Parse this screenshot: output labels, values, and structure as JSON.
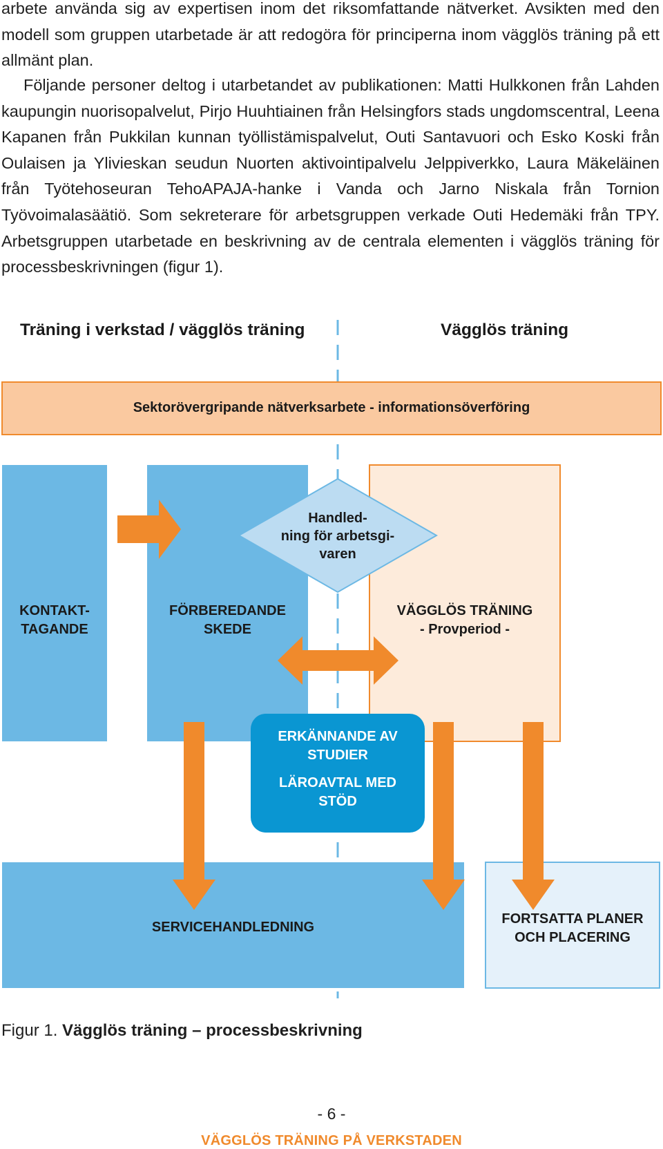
{
  "body": {
    "paragraph1": "arbete använda sig av expertisen inom det riksomfattande nätverket. Avsikten med den modell som gruppen utarbetade är att redogöra för principerna inom vägglös träning på ett allmänt plan.",
    "paragraph2": "Följande personer deltog i utarbetandet av publikationen: Matti Hulkkonen från Lahden kaupungin nuorisopalvelut, Pirjo Huuhtiainen från Helsingfors stads ungdomscentral, Leena Kapanen från Pukkilan kunnan työllistämispalvelut, Outi Santavuori och Esko Koski från Oulaisen ja Ylivieskan seudun Nuorten aktivointipalvelu Jelppiverkko, Laura Mäkeläinen från Työtehoseuran TehoAPAJA-hanke i Vanda och Jarno Niskala från Tornion Työvoimalasäätiö. Som sekreterare för arbetsgruppen verkade Outi Hedemäki från TPY. Arbetsgruppen utarbetade en beskrivning av de centrala elementen i vägglös träning för processbeskrivningen (figur 1)."
  },
  "diagram": {
    "header_left": "Träning i verkstad / vägglös träning",
    "header_right": "Vägglös träning",
    "band": "Sektorövergripande nätverksarbete - informationsöverföring",
    "kontakt": "KONTAKT-\nTAGANDE",
    "forberedande": "FÖRBEREDANDE\nSKEDE",
    "handledning": "Handled-\nning för arbetsgi-\nvaren",
    "vagglos_title": "VÄGGLÖS TRÄNING",
    "vagglos_sub": "- Provperiod -",
    "erkannande": "ERKÄNNANDE AV\nSTUDIER",
    "laroavtal": "LÄROAVTAL MED\nSTÖD",
    "servicehandledning": "SERVICEHANDLEDNING",
    "fortsatta": "FORTSATTA PLANER\nOCH PLACERING",
    "colors": {
      "blue_box": "#6cb8e4",
      "dark_blue": "#0a96d2",
      "orange": "#f08a2c",
      "peach": "#fac9a0",
      "light_peach": "#fdebdb",
      "light_blue": "#e5f1fa",
      "diamond": "#bcdcf2"
    }
  },
  "caption": {
    "prefix": "Figur 1.",
    "title": "Vägglös träning – processbeskrivning"
  },
  "page_number": "- 6 -",
  "footer": "VÄGGLÖS TRÄNING PÅ VERKSTADEN"
}
